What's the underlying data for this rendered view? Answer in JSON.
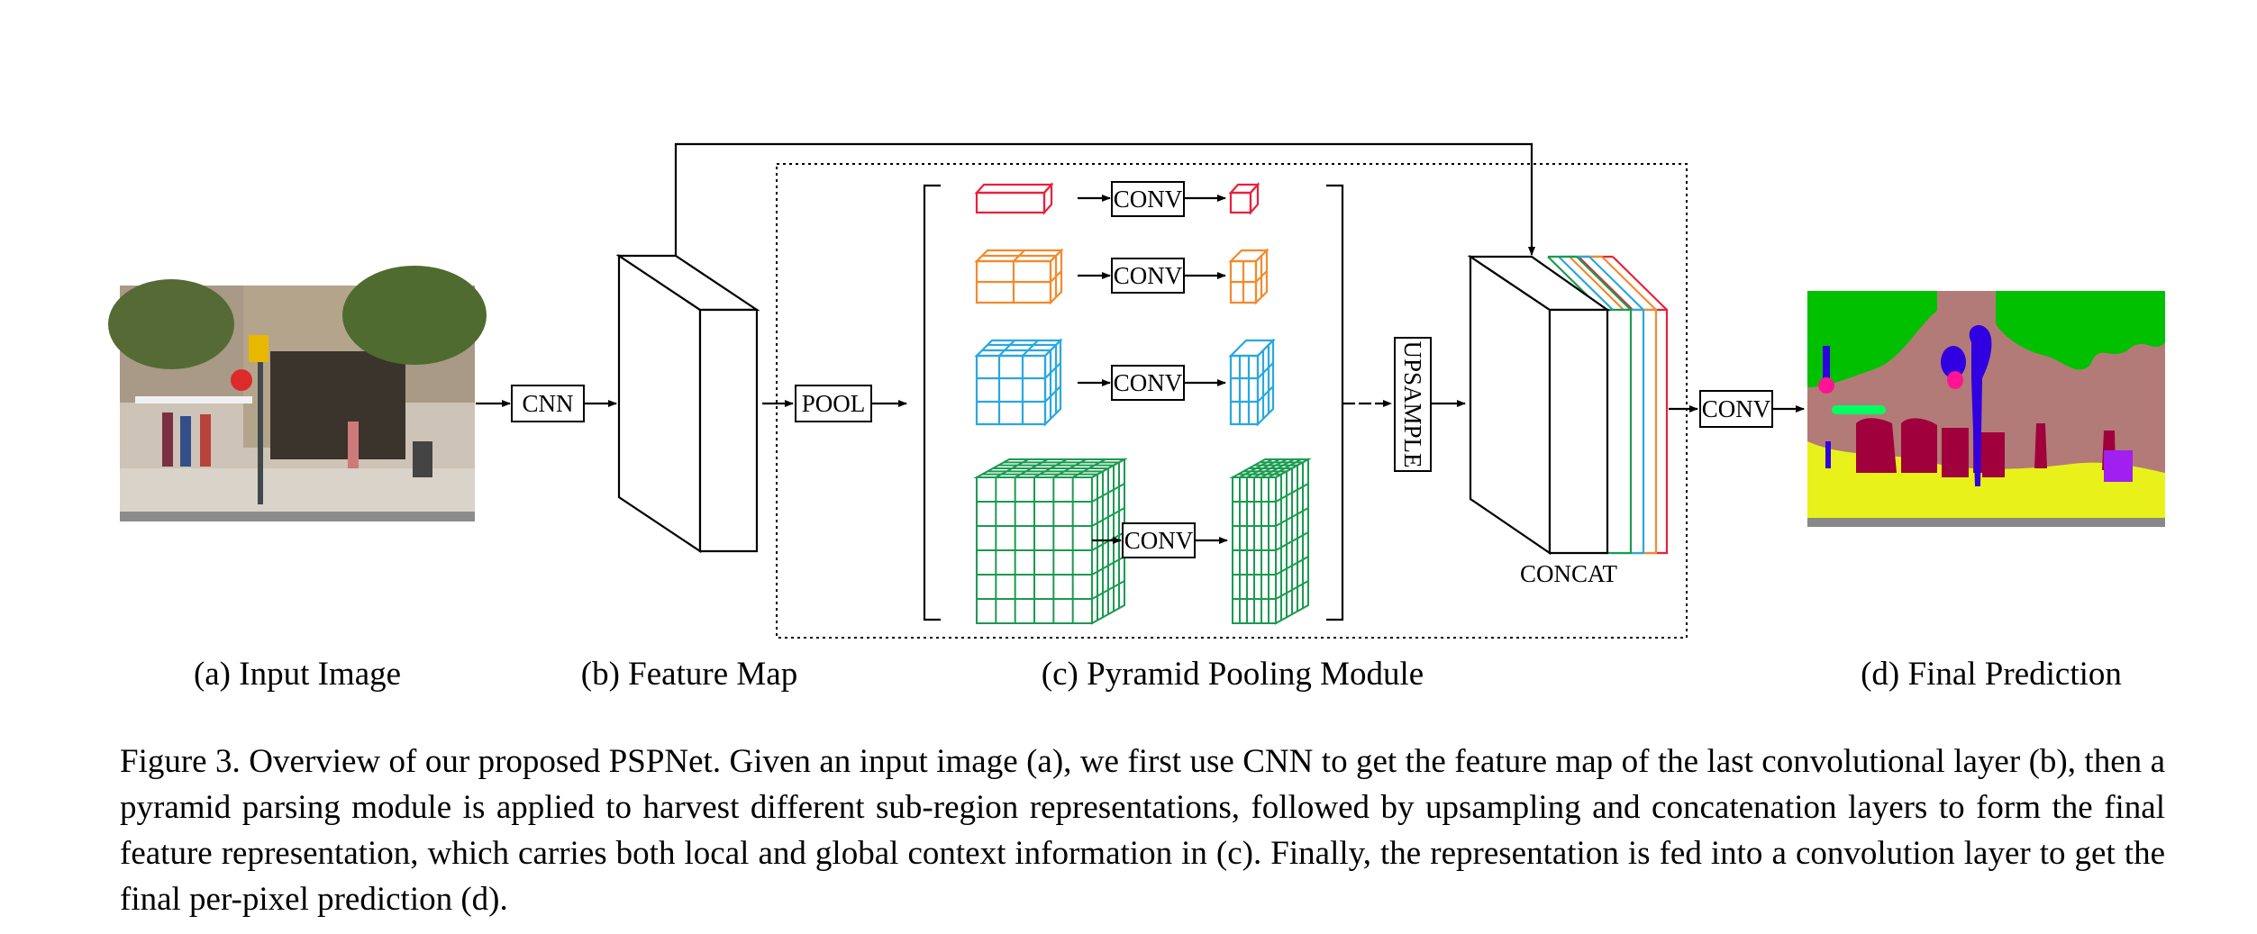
{
  "labels": {
    "cnn": "CNN",
    "pool": "POOL",
    "conv": "CONV",
    "upsample": "UPSAMPLE",
    "concat": "CONCAT"
  },
  "captions": {
    "a": "(a) Input Image",
    "b": "(b) Feature Map",
    "c": "(c) Pyramid Pooling Module",
    "d": "(d) Final Prediction"
  },
  "figure_caption": "Figure 3. Overview of our proposed PSPNet. Given an input image (a), we first use CNN to get the feature map of the last convolutional layer (b), then a pyramid parsing module is applied to harvest different sub-region representations, followed by upsampling and concatenation layers to form the final feature representation, which carries both local and global context information in (c). Finally, the representation is fed into a convolution layer to get the final per-pixel prediction (d).",
  "colors": {
    "level1": "#e8213a",
    "level2": "#f28a2e",
    "level3": "#2aa7df",
    "level4": "#1a9b50",
    "seg_tree": "#00c000",
    "seg_building": "#b37b78",
    "seg_road": "#e8f21a",
    "seg_person": "#a0003c",
    "seg_pole": "#3000e0",
    "seg_sign": "#ff1493",
    "seg_bike": "#a020f0",
    "seg_sidewalk": "#888888"
  }
}
